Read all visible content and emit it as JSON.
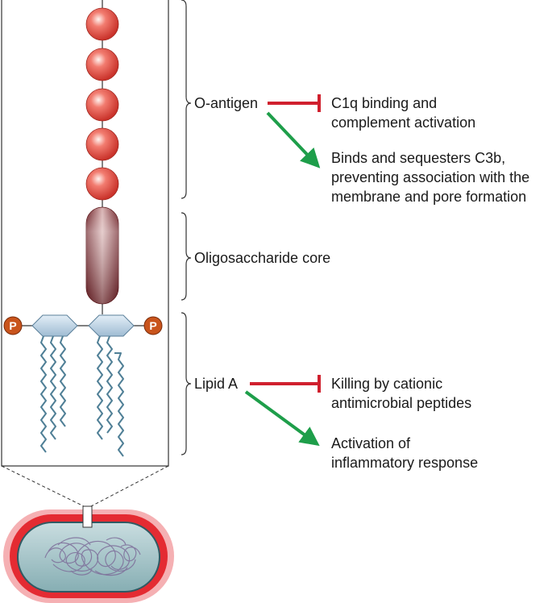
{
  "components": {
    "o_antigen": "O-antigen",
    "core": "Oligosaccharide core",
    "lipid_a": "Lipid A"
  },
  "phosphate_symbol": "P",
  "effects": {
    "o_antigen_inhibits": [
      "C1q binding and",
      "complement activation"
    ],
    "o_antigen_promotes": [
      "Binds and sequesters C3b,",
      "preventing association with the",
      "membrane and pore formation"
    ],
    "lipid_a_inhibits": [
      "Killing by cationic",
      "antimicrobial peptides"
    ],
    "lipid_a_promotes": [
      "Activation of",
      "inflammatory response"
    ]
  },
  "colors": {
    "inhibit_arrow": "#d0202e",
    "promote_arrow": "#1e9e4a",
    "sugar_sphere": "#e8554a",
    "core_unit": "#7a2228",
    "phosphate": "#c9541c",
    "lipid_chain": "#4f7f96",
    "glucosamine": "#b9cfe0",
    "bacterium_glow": "#e21d24",
    "bacterium_cell": "#9fc0c4"
  }
}
